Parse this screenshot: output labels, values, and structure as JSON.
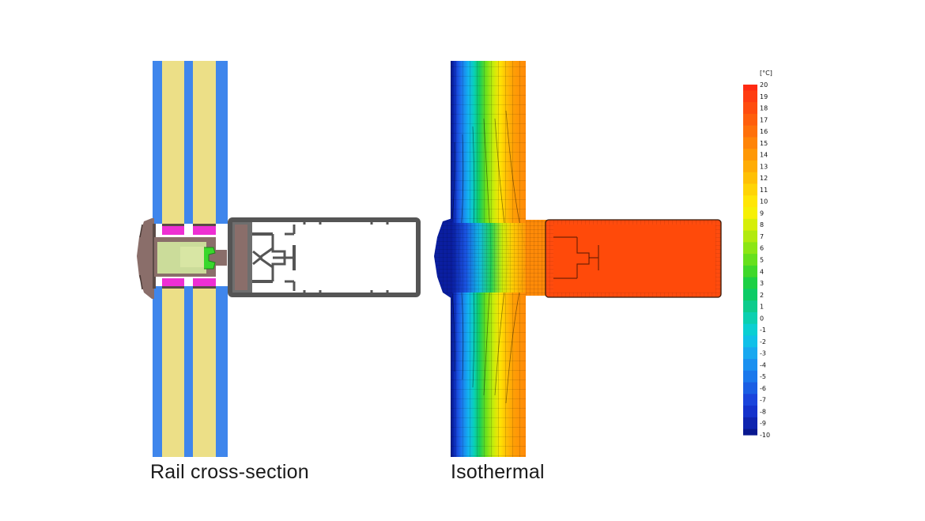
{
  "captions": {
    "left": "Rail cross-section",
    "right": "Isothermal"
  },
  "legend": {
    "unit": "[°C]",
    "ticks": [
      "20",
      "19",
      "18",
      "17",
      "16",
      "15",
      "14",
      "13",
      "12",
      "11",
      "10",
      "9",
      "8",
      "7",
      "6",
      "5",
      "4",
      "3",
      "2",
      "1",
      "0",
      "-1",
      "-2",
      "-3",
      "-4",
      "-5",
      "-6",
      "-7",
      "-8",
      "-9",
      "-10"
    ],
    "colors": [
      "#ff2a12",
      "#ff3c10",
      "#ff4c0e",
      "#ff5e0c",
      "#ff700a",
      "#ff8408",
      "#ff9806",
      "#ffac05",
      "#ffc004",
      "#ffd404",
      "#ffe604",
      "#f6f004",
      "#d6ee08",
      "#b2ea0e",
      "#8ce614",
      "#66e01c",
      "#3fd82a",
      "#1cd044",
      "#0ccc66",
      "#0ccc8c",
      "#0ad0b0",
      "#0acfd2",
      "#10c0e8",
      "#18a8f0",
      "#1a90f0",
      "#1a78ec",
      "#1a5ee4",
      "#1a44dc",
      "#1432cc",
      "#0e24b0",
      "#081890"
    ]
  },
  "colors": {
    "glass": "#3f86ec",
    "gas": "#ecdf87",
    "spacer": "#ee2fd3",
    "profile": "#555555",
    "frame": "#8a6e6a",
    "insulator": "#cbdc9a",
    "gasket": "#39d82c"
  }
}
